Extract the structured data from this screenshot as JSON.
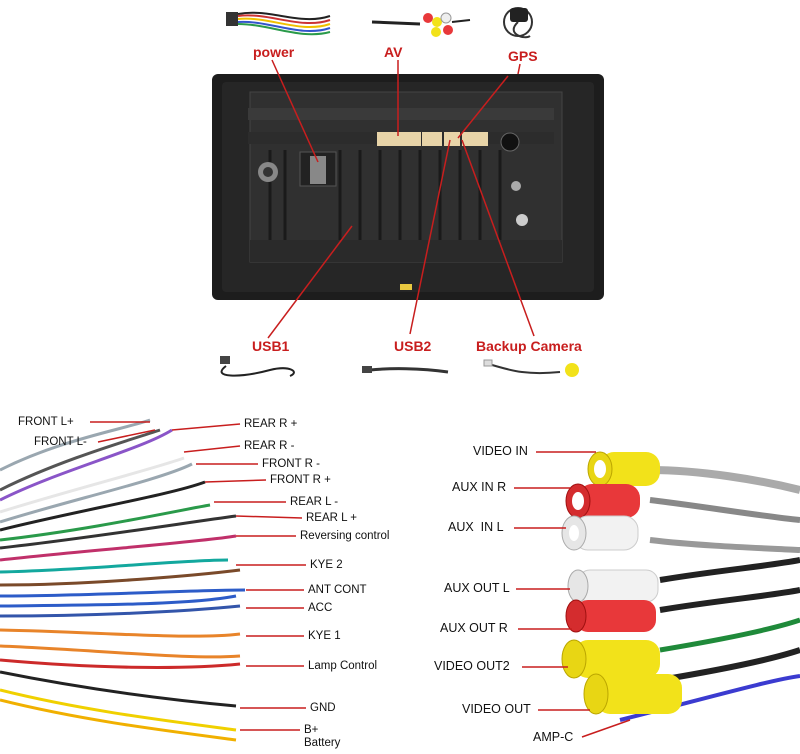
{
  "top_connectors": {
    "power": "power",
    "av": "AV",
    "gps": "GPS",
    "usb1": "USB1",
    "usb2": "USB2",
    "backup_camera": "Backup Camera"
  },
  "wire_harness": {
    "front_l_plus": "FRONT L+",
    "front_l_minus": "FRONT L-",
    "rear_r_plus": "REAR R +",
    "rear_r_minus": "REAR R -",
    "front_r_minus": "FRONT R -",
    "front_r_plus": "FRONT R +",
    "rear_l_minus": "REAR L -",
    "rear_l_plus": "REAR L +",
    "reversing_control": "Reversing control",
    "kye2": "KYE 2",
    "ant_cont": "ANT CONT",
    "acc": "ACC",
    "kye1": "KYE 1",
    "lamp_control": "Lamp Control",
    "gnd": "GND",
    "b_plus": "B+",
    "battery": "Battery"
  },
  "rca_cable": {
    "video_in": "VIDEO IN",
    "aux_in_r": "AUX IN R",
    "aux_in_l": "AUX  IN L",
    "aux_out_l": "AUX OUT L",
    "aux_out_r": "AUX OUT R",
    "video_out2": "VIDEO OUT2",
    "video_out": "VIDEO OUT",
    "amp_c": "AMP-C"
  },
  "colors": {
    "label_red": "#c81e1e",
    "unit_body": "#2a2a2a",
    "rca_yellow": "#f2e21a",
    "rca_red": "#e8383a",
    "rca_white": "#f2f2f2"
  }
}
